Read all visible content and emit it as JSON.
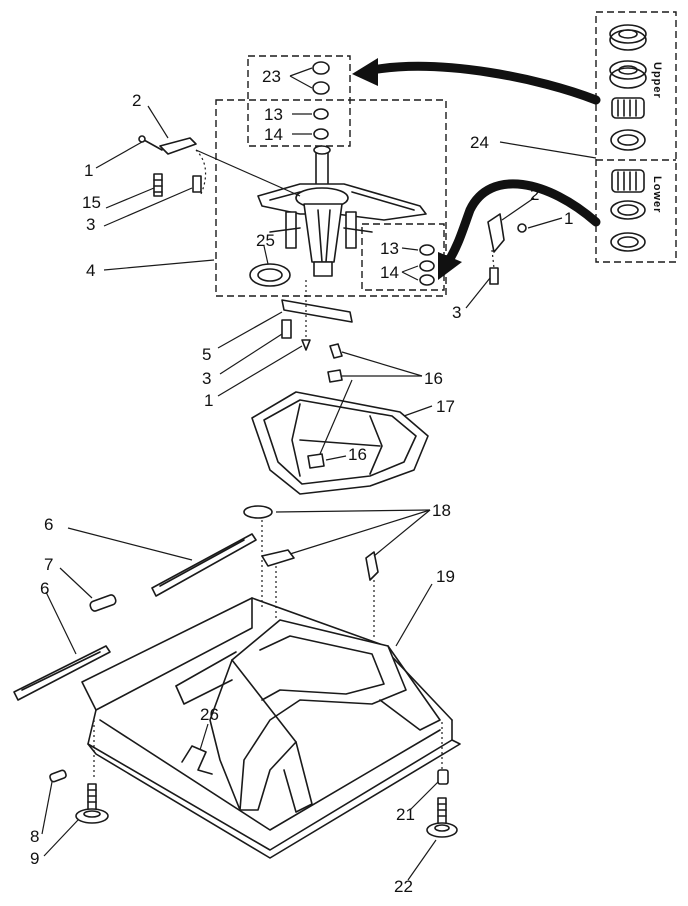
{
  "callouts": {
    "c1_top": "1",
    "c1_right": "1",
    "c1_mid": "1",
    "c2_top": "2",
    "c2_right": "2",
    "c3_top": "3",
    "c3_right": "3",
    "c3_mid": "3",
    "c4": "4",
    "c5": "5",
    "c6_upper": "6",
    "c6_lower": "6",
    "c7": "7",
    "c8": "8",
    "c9": "9",
    "c13_top": "13",
    "c13_right": "13",
    "c14_top": "14",
    "c14_right": "14",
    "c15": "15",
    "c16_right": "16",
    "c16_mid": "16",
    "c17": "17",
    "c18": "18",
    "c19": "19",
    "c21": "21",
    "c22": "22",
    "c23": "23",
    "c24": "24",
    "c25": "25",
    "c26": "26"
  },
  "bearing_groups": {
    "upper_label": "Upper",
    "lower_label": "Lower"
  }
}
